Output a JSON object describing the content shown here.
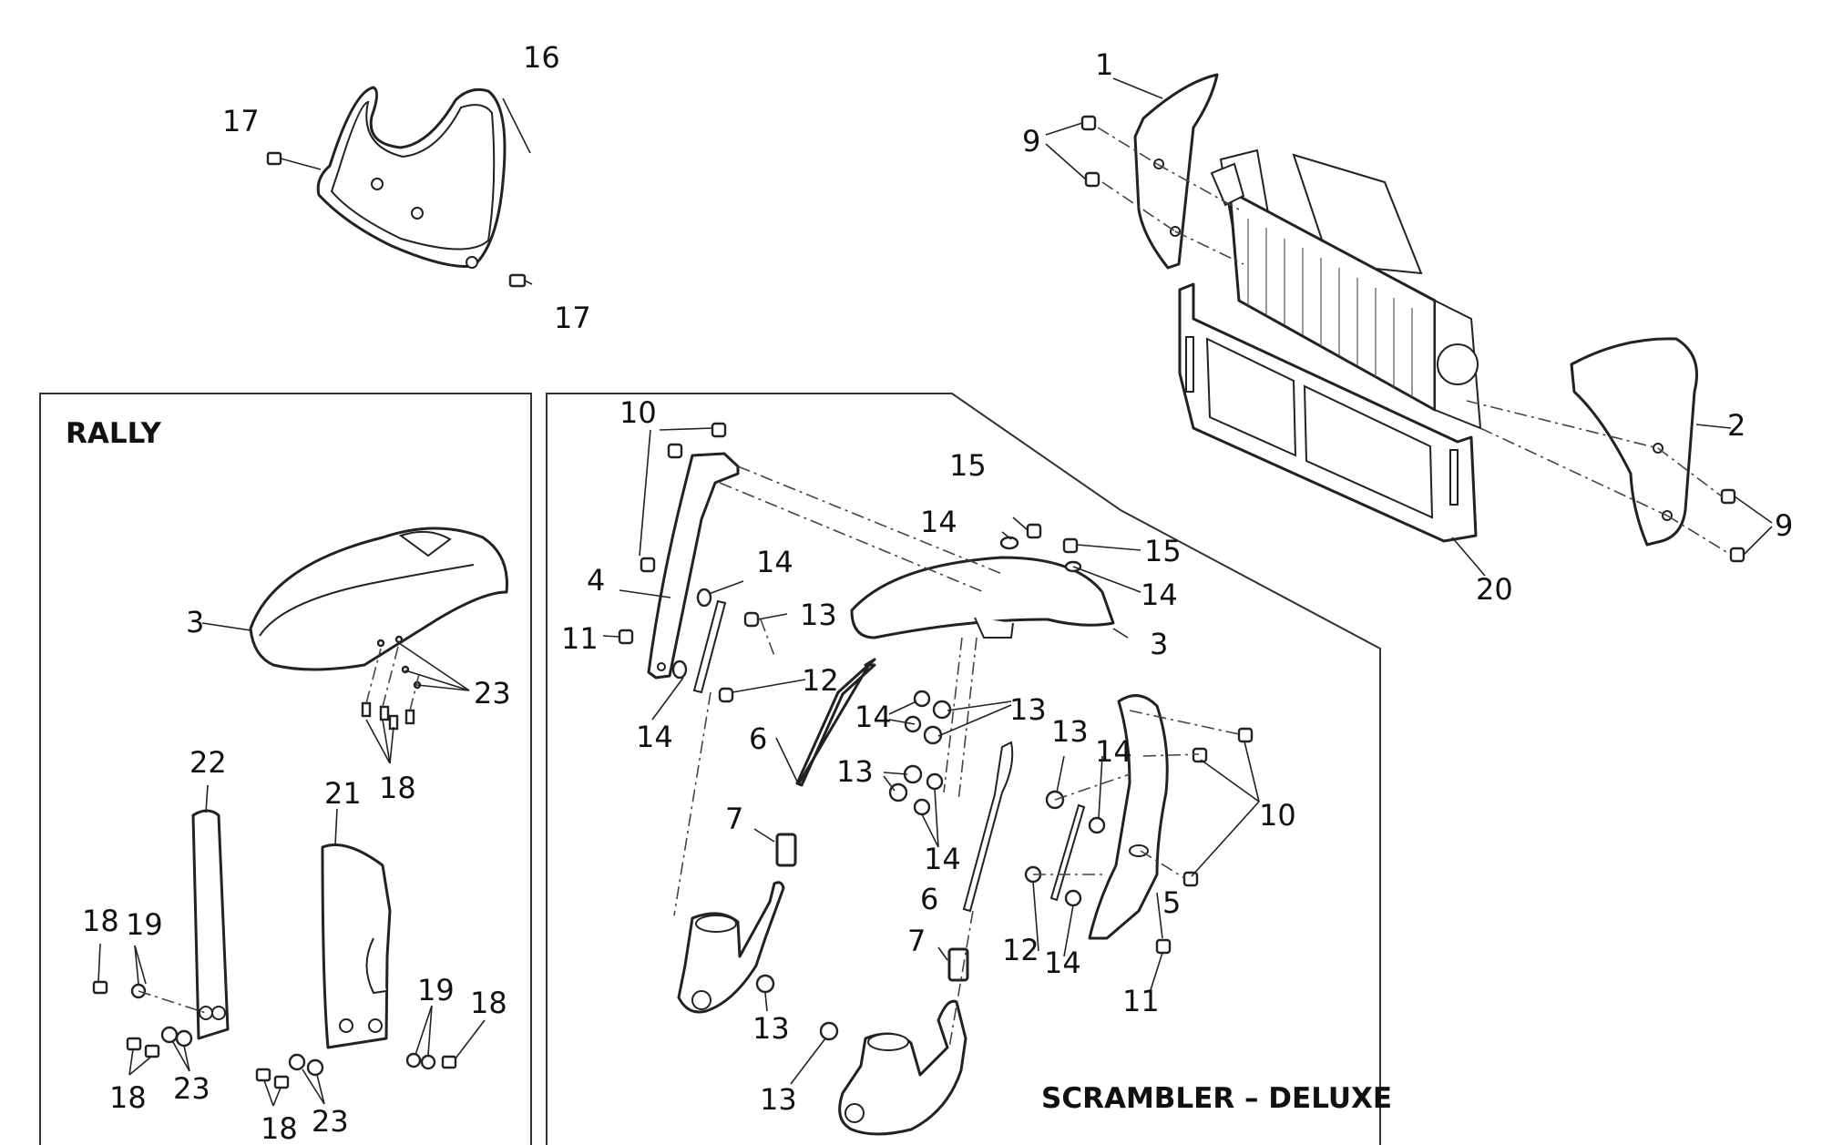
{
  "panels": {
    "rally_title": "RALLY",
    "scrambler_title": "SCRAMBLER – DELUXE"
  },
  "callouts": {
    "c1": "1",
    "c2": "2",
    "c9a": "9",
    "c9b": "9",
    "c20": "20",
    "c16": "16",
    "c17a": "17",
    "c17b": "17",
    "r3": "3",
    "r23a": "23",
    "r18a": "18",
    "r22": "22",
    "r21": "21",
    "r18b": "18",
    "r19a": "19",
    "r18c": "18",
    "r23b": "23",
    "r19b": "19",
    "r18d": "18",
    "r18e": "18",
    "r23c": "23",
    "s10a": "10",
    "s15a": "15",
    "s14a": "14",
    "s15b": "15",
    "s14b": "14",
    "s4": "4",
    "s14c": "14",
    "s13a": "13",
    "s3": "3",
    "s11a": "11",
    "s12a": "12",
    "s14d": "14",
    "s6a": "6",
    "s14e": "14",
    "s13b": "13",
    "s13c": "13",
    "s14f": "14",
    "s13d": "13",
    "s10b": "10",
    "s14g": "14",
    "s7a": "7",
    "s5": "5",
    "s6b": "6",
    "s7b": "7",
    "s12b": "12",
    "s14h": "14",
    "s11b": "11",
    "s13e": "13",
    "s13f": "13"
  }
}
